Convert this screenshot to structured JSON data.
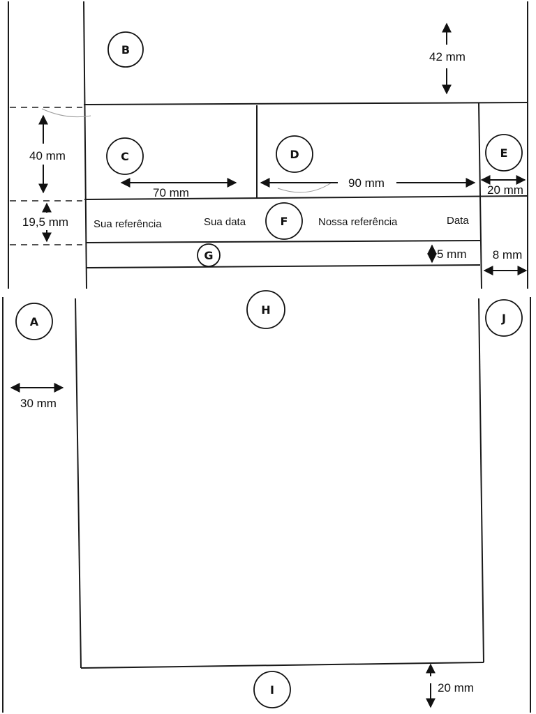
{
  "labels": {
    "a": "A",
    "b": "B",
    "c": "C",
    "d": "D",
    "e": "E",
    "f": "F",
    "g": "G",
    "h": "H",
    "i": "I",
    "j": "J"
  },
  "dimensions": {
    "b_height": "42 mm",
    "c_block_height": "40 mm",
    "f_row_height": "19,5 mm",
    "c_width": "70 mm",
    "d_width": "90 mm",
    "e_width": "20 mm",
    "g_height": "5 mm",
    "right_margin": "8 mm",
    "left_margin": "30 mm",
    "bottom_margin": "20 mm"
  },
  "reference_fields": {
    "your_reference": "Sua referência",
    "your_date": "Sua data",
    "our_reference": "Nossa referência",
    "date": "Data"
  }
}
